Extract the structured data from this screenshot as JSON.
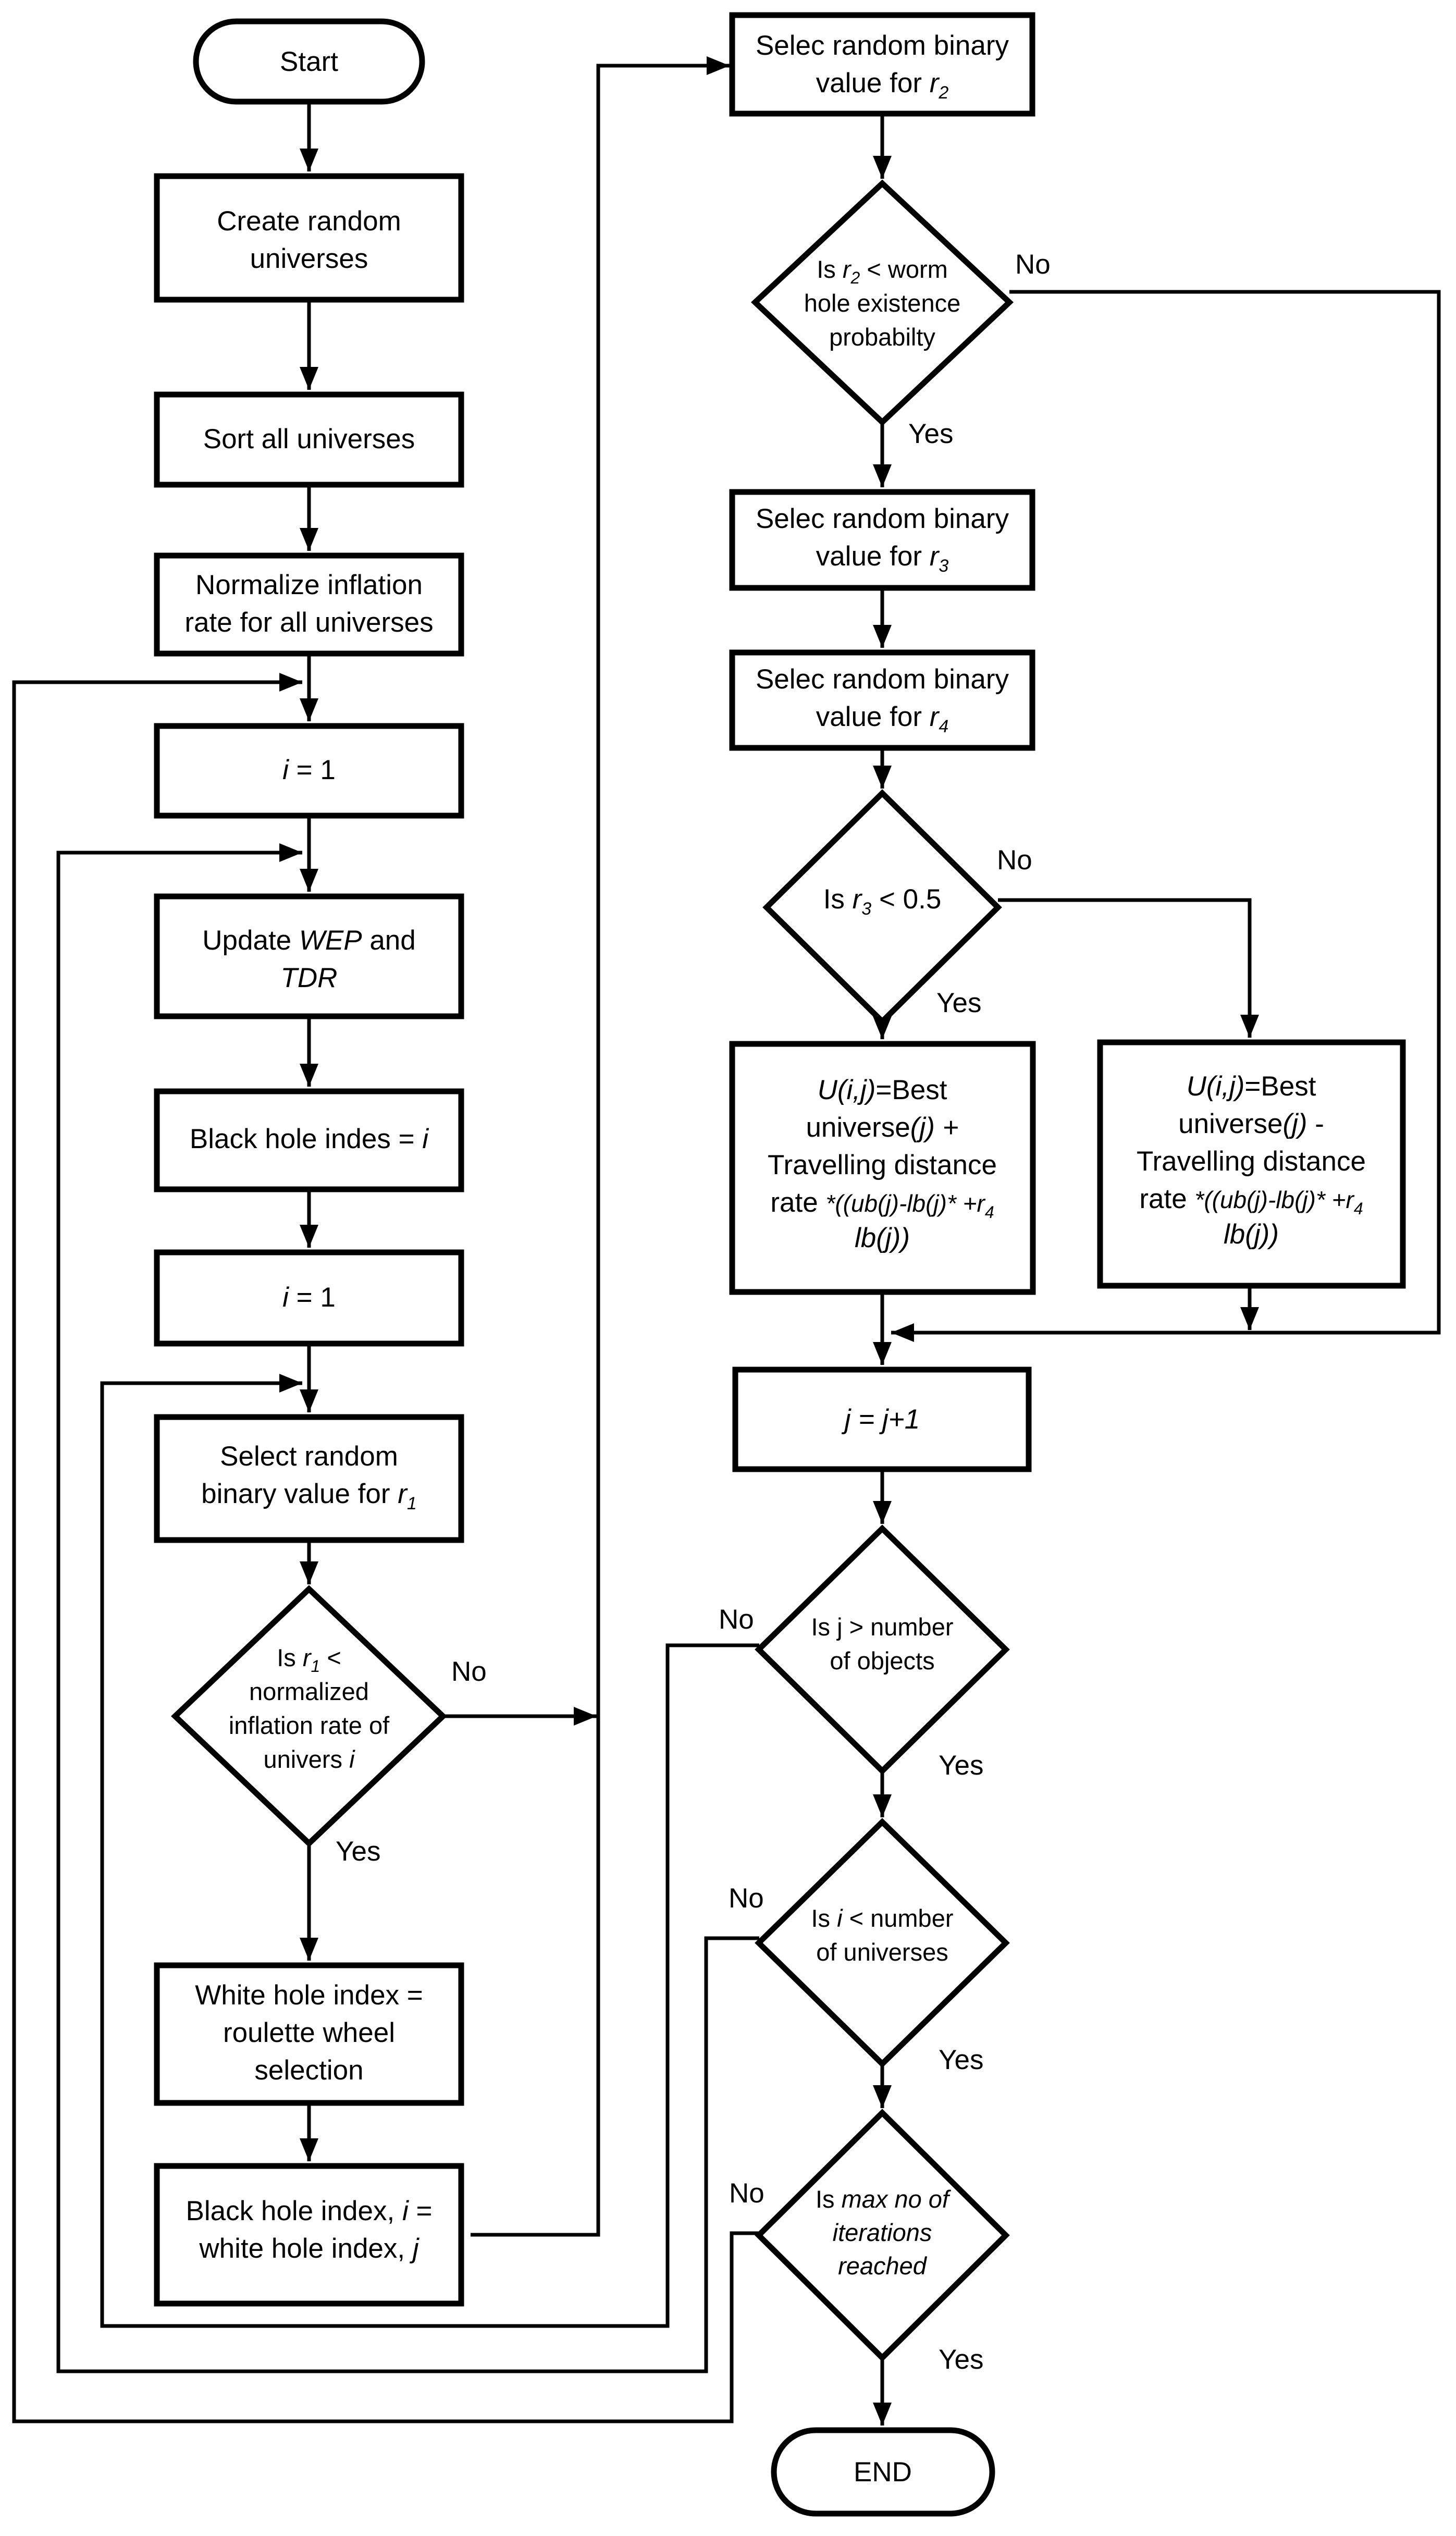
{
  "nodes": {
    "start": {
      "text": "Start"
    },
    "create": {
      "l1": "Create random",
      "l2": "universes"
    },
    "sort": {
      "text": "Sort all universes"
    },
    "normalize": {
      "l1": "Normalize inflation",
      "l2": "rate for all universes"
    },
    "i1a": {
      "v": "i",
      "rest": " = 1"
    },
    "update": {
      "l1a": "Update ",
      "l1b": "WEP",
      "l1c": " and",
      "l2": "TDR"
    },
    "black": {
      "a": "Black hole indes = ",
      "b": "i"
    },
    "i1b": {
      "v": "i",
      "rest": " = 1"
    },
    "select_r1": {
      "l1": "Select random",
      "l2a": "binary value for ",
      "l2b": "r",
      "l2c": "1"
    },
    "dec_r1": {
      "l1a": "Is ",
      "l1b": "r",
      "l1c": "1",
      "l1d": " <",
      "l2": "normalized",
      "l3": "inflation rate of",
      "l4a": "univers ",
      "l4b": "i"
    },
    "white": {
      "l1": "White hole index =",
      "l2": "roulette wheel",
      "l3": "selection"
    },
    "bh_index": {
      "l1a": "Black hole index, ",
      "l1b": "i",
      "l1c": " =",
      "l2a": "white hole index, ",
      "l2b": "j"
    },
    "selec_r2": {
      "l1": "Selec random binary",
      "l2a": "value for ",
      "l2b": "r",
      "l2c": "2"
    },
    "dec_r2": {
      "l1a": "Is ",
      "l1b": "r",
      "l1c": "2",
      "l1d": " < worm",
      "l2": "hole existence",
      "l3": "probabilty"
    },
    "selec_r3": {
      "l1": "Selec random binary",
      "l2a": "value for ",
      "l2b": "r",
      "l2c": "3"
    },
    "selec_r4": {
      "l1": "Selec random binary",
      "l2a": "value for ",
      "l2b": "r",
      "l2c": "4"
    },
    "dec_r3": {
      "a": "Is ",
      "b": "r",
      "c": "3",
      "d": " < 0.5"
    },
    "u_plus": {
      "l1a": "U(i,j)",
      "l1b": "=Best",
      "l2a": "universe",
      "l2b": "(j) +",
      "l3": "Travelling distance",
      "l4a": "rate ",
      "l4b": "*((ub(j)-lb(j)* +r",
      "l4c": "4",
      "l5": "lb(j))"
    },
    "u_minus": {
      "l1a": "U(i,j)",
      "l1b": "=Best",
      "l2a": "universe",
      "l2b": "(j)",
      "l2c": " -",
      "l3": "Travelling distance",
      "l4a": "rate ",
      "l4b": "*((ub(j)-lb(j)* +r",
      "l4c": "4",
      "l5": "lb(j))"
    },
    "jinc": {
      "text": "j = j+1"
    },
    "dec_j": {
      "l1": "Is j > number",
      "l2": "of objects"
    },
    "dec_i": {
      "l1a": "Is ",
      "l1b": "i",
      "l1c": " < number",
      "l2": "of universes"
    },
    "dec_max": {
      "l1a": "Is ",
      "l1b": "max no of",
      "l2": "iterations",
      "l3": "reached"
    },
    "end": {
      "text": "END"
    }
  },
  "edge_labels": {
    "yes": "Yes",
    "no": "No"
  }
}
